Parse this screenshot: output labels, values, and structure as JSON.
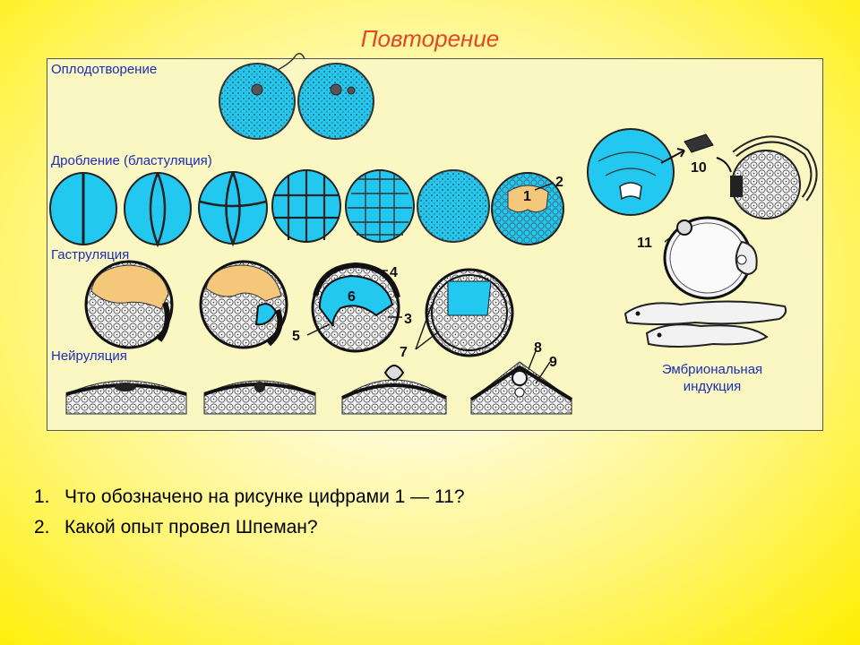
{
  "title": "Повторение",
  "stages": {
    "fertilization": "Оплодотворение",
    "cleavage": "Дробление (бластуляция)",
    "gastrulation": "Гаструляция",
    "neurulation": "Нейруляция"
  },
  "induction_label": [
    "Эмбриональная",
    "индукция"
  ],
  "labels": [
    "1",
    "2",
    "3",
    "4",
    "5",
    "6",
    "7",
    "8",
    "9",
    "10",
    "11"
  ],
  "questions": [
    {
      "num": "1.",
      "text": "Что обозначено на рисунке цифрами 1 — 11?"
    },
    {
      "num": "2.",
      "text": "Какой опыт провел Шпеман?"
    }
  ],
  "colors": {
    "title": "#e2452a",
    "stage_text": "#1a2fb4",
    "cell_blue": "#22c8f0",
    "yolk_orange": "#f5c77a",
    "panel_bg": "#fbf7c2",
    "background_yellow": "#ffee00"
  }
}
